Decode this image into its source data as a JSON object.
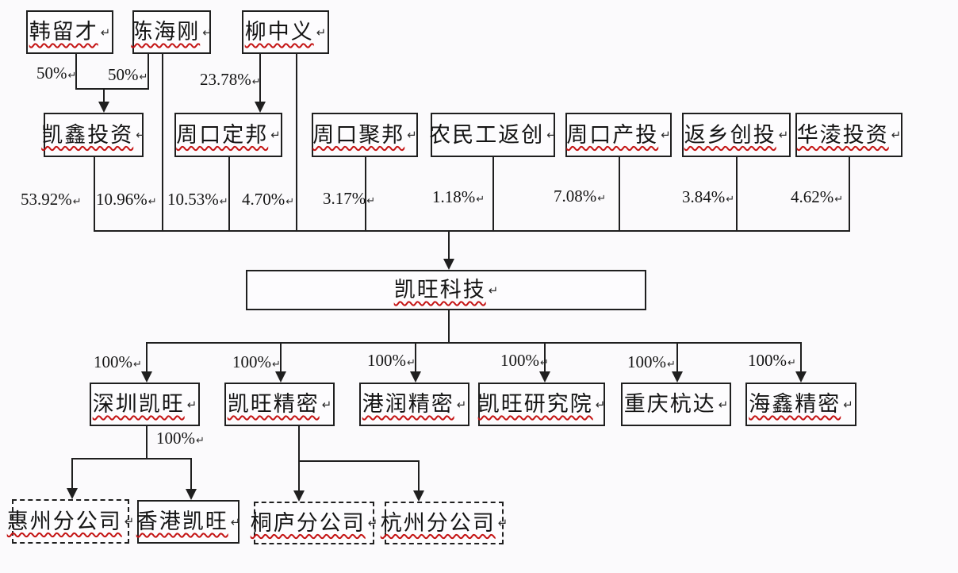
{
  "marks": {
    "return_symbol": "↵"
  },
  "colors": {
    "line": "#1f1f1f",
    "spellcheck_underline": "#c41414",
    "background": "#fbfafc"
  },
  "nodes": {
    "han": {
      "label": "韩留才",
      "underline": true
    },
    "chen": {
      "label": "陈海刚",
      "underline": true
    },
    "liu": {
      "label": "柳中义",
      "underline": true
    },
    "kaixin": {
      "label": "凯鑫投资",
      "underline": true
    },
    "dingbang": {
      "label": "周口定邦",
      "underline": true
    },
    "jubang": {
      "label": "周口聚邦",
      "underline": true
    },
    "nongmin": {
      "label": "农民工返创",
      "underline": false
    },
    "chantou": {
      "label": "周口产投",
      "underline": true
    },
    "fanxiang": {
      "label": "返乡创投",
      "underline": true
    },
    "hualing": {
      "label": "华淩投资",
      "underline": true
    },
    "kaiwang": {
      "label": "凯旺科技",
      "underline": true
    },
    "shenzhen": {
      "label": "深圳凯旺",
      "underline": true
    },
    "jingmi": {
      "label": "凯旺精密",
      "underline": true
    },
    "gangrun": {
      "label": "港润精密",
      "underline": true
    },
    "yanjiu": {
      "label": "凯旺研究院",
      "underline": true
    },
    "chongqing": {
      "label": "重庆杭达",
      "underline": false
    },
    "haixin": {
      "label": "海鑫精密",
      "underline": true
    },
    "huizhou": {
      "label": "惠州分公司",
      "underline": true
    },
    "hongkong": {
      "label": "香港凯旺",
      "underline": true
    },
    "tonglu": {
      "label": "桐庐分公司",
      "underline": true
    },
    "hangzhou": {
      "label": "杭州分公司",
      "underline": true
    }
  },
  "percent_labels": {
    "han_to_kaixin": "50%",
    "chen_to_kaixin": "50%",
    "liu_to_dingbang": "23.78%",
    "kaixin_stake": "53.92%",
    "chen_direct_stake": "10.96%",
    "dingbang_stake": "10.53%",
    "liu_direct_stake": "4.70%",
    "jubang_stake": "3.17%",
    "nongmin_stake": "1.18%",
    "chantou_stake": "7.08%",
    "fanxiang_stake": "3.84%",
    "hualing_stake": "4.62%",
    "subsidiary_full": "100%"
  }
}
